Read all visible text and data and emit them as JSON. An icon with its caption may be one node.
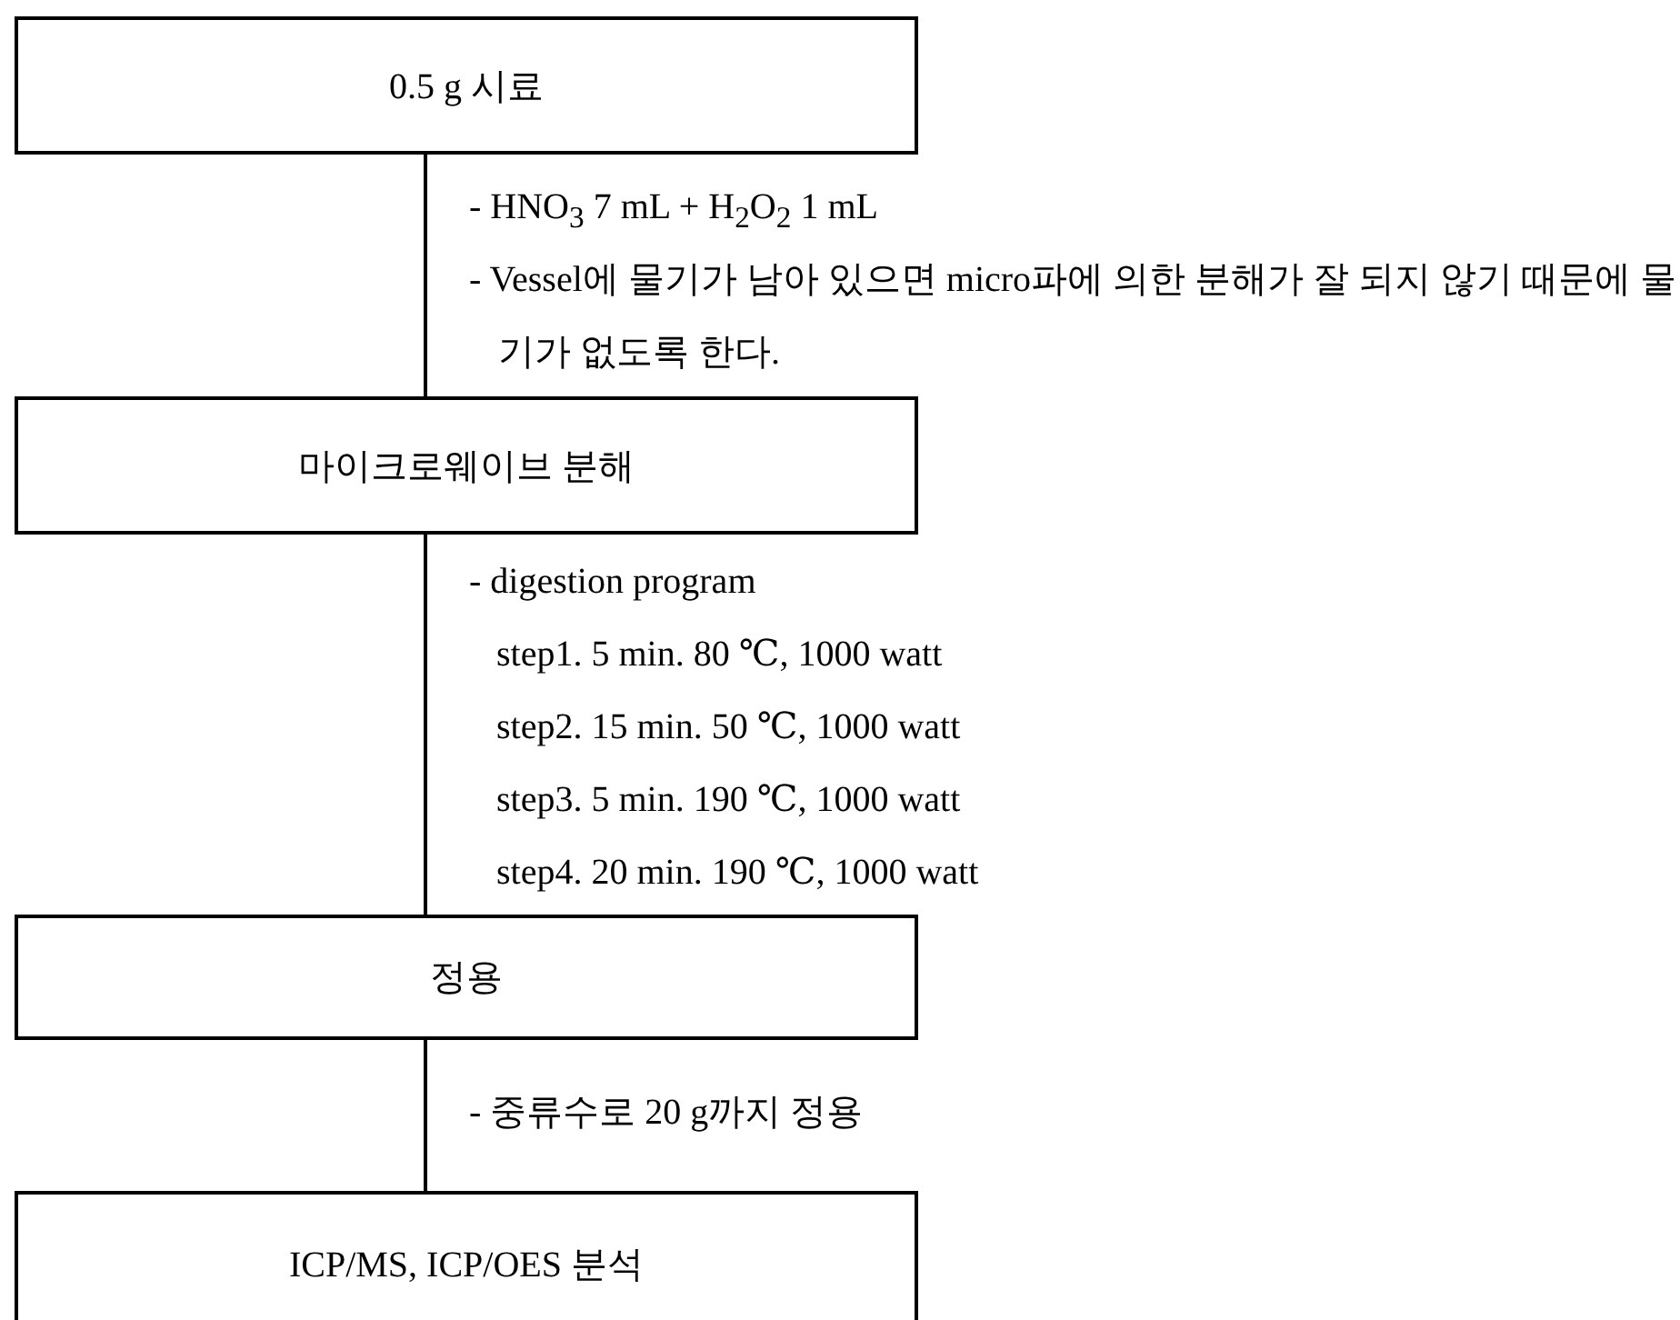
{
  "diagram": {
    "nodes": [
      {
        "text": [
          "0.5 g 시료"
        ]
      },
      {
        "text": [
          "마이크로웨이브 분해"
        ]
      },
      {
        "text": [
          "정용"
        ]
      },
      {
        "text": [
          "ICP/MS, ICP/OES 분석"
        ]
      }
    ],
    "edges": [
      {
        "from": 0,
        "to": 1,
        "arrow": "none"
      },
      {
        "from": 1,
        "to": 2,
        "arrow": "none"
      },
      {
        "from": 2,
        "to": 3,
        "arrow": "none"
      }
    ],
    "labels": [
      "- HNO$_{3}$ 7 mL + H$_{2}$O$_{2}$ 1 mL",
      "- Vessel에 물기가 남아 있으면 micro파에 의한 분해가 잘 되지 않기 때문에 물기가 없도록 한다.",
      "- digestion program",
      "step1. 5 min. 80 ℃, 1000 watt",
      "step2. 15 min. 50 ℃, 1000 watt",
      "step3. 5 min. 190 ℃, 1000 watt",
      "step4. 20 min. 190 ℃, 1000 watt",
      "- 중류수로 20 g까지 정용"
    ]
  }
}
